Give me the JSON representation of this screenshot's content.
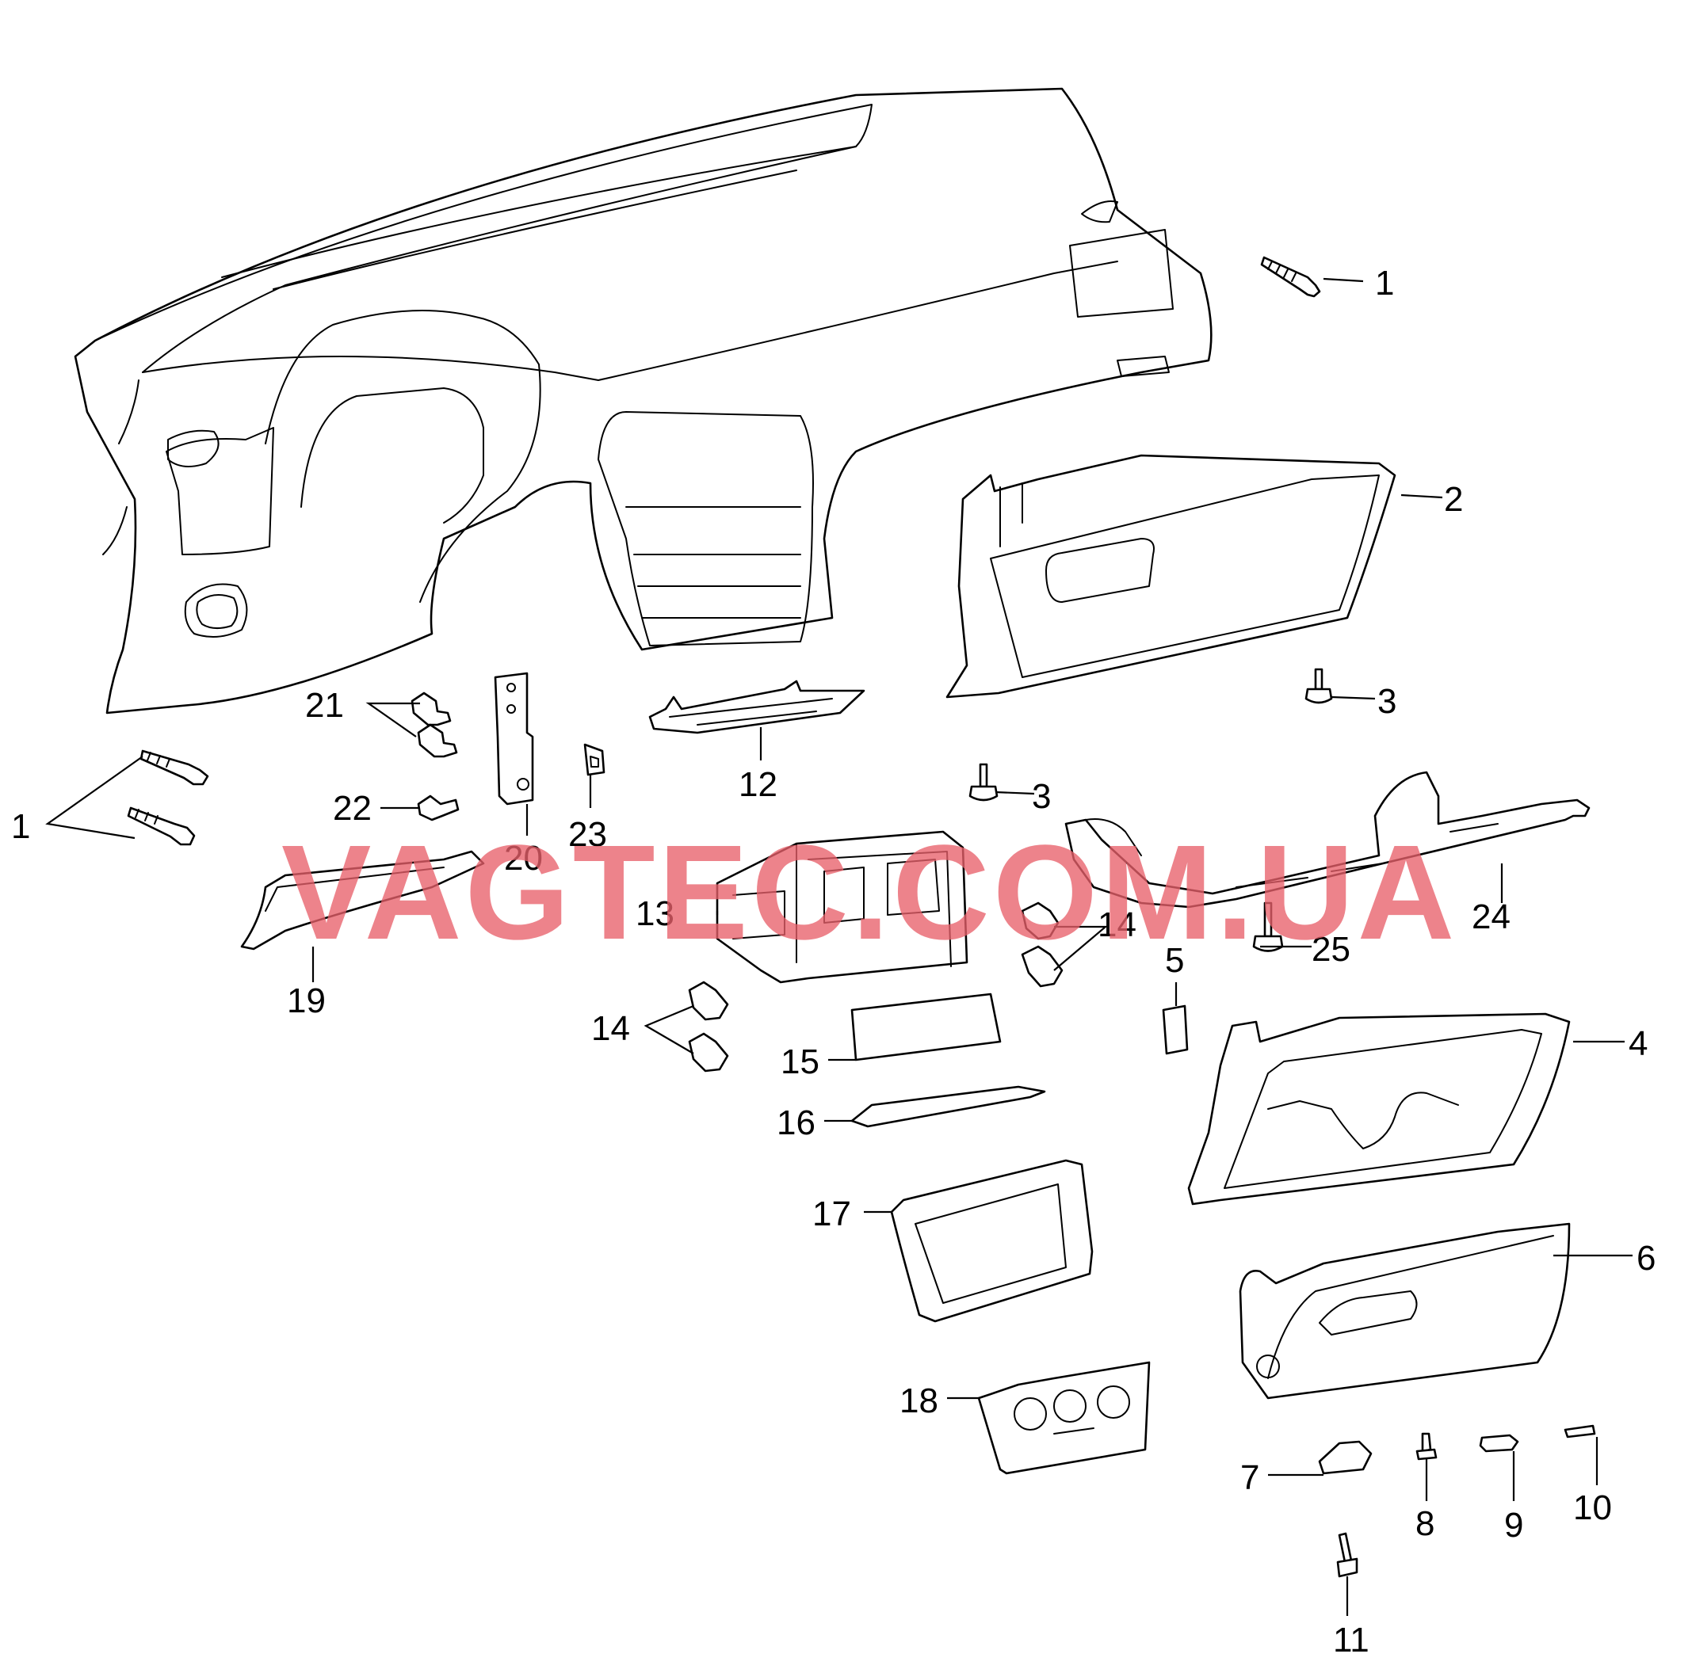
{
  "diagram": {
    "watermark": "VAGTEC.COM.UA",
    "watermark_color": "#e8606a",
    "line_color": "#000000",
    "background": "#ffffff"
  },
  "callouts": {
    "n1a": "1",
    "n1b": "1",
    "n2": "2",
    "n3a": "3",
    "n3b": "3",
    "n4": "4",
    "n5": "5",
    "n6": "6",
    "n7": "7",
    "n8": "8",
    "n9": "9",
    "n10": "10",
    "n11": "11",
    "n12": "12",
    "n13": "13",
    "n14a": "14",
    "n14b": "14",
    "n15": "15",
    "n16": "16",
    "n17": "17",
    "n18": "18",
    "n19": "19",
    "n20": "20",
    "n21": "21",
    "n22": "22",
    "n23": "23",
    "n24": "24",
    "n25": "25"
  }
}
